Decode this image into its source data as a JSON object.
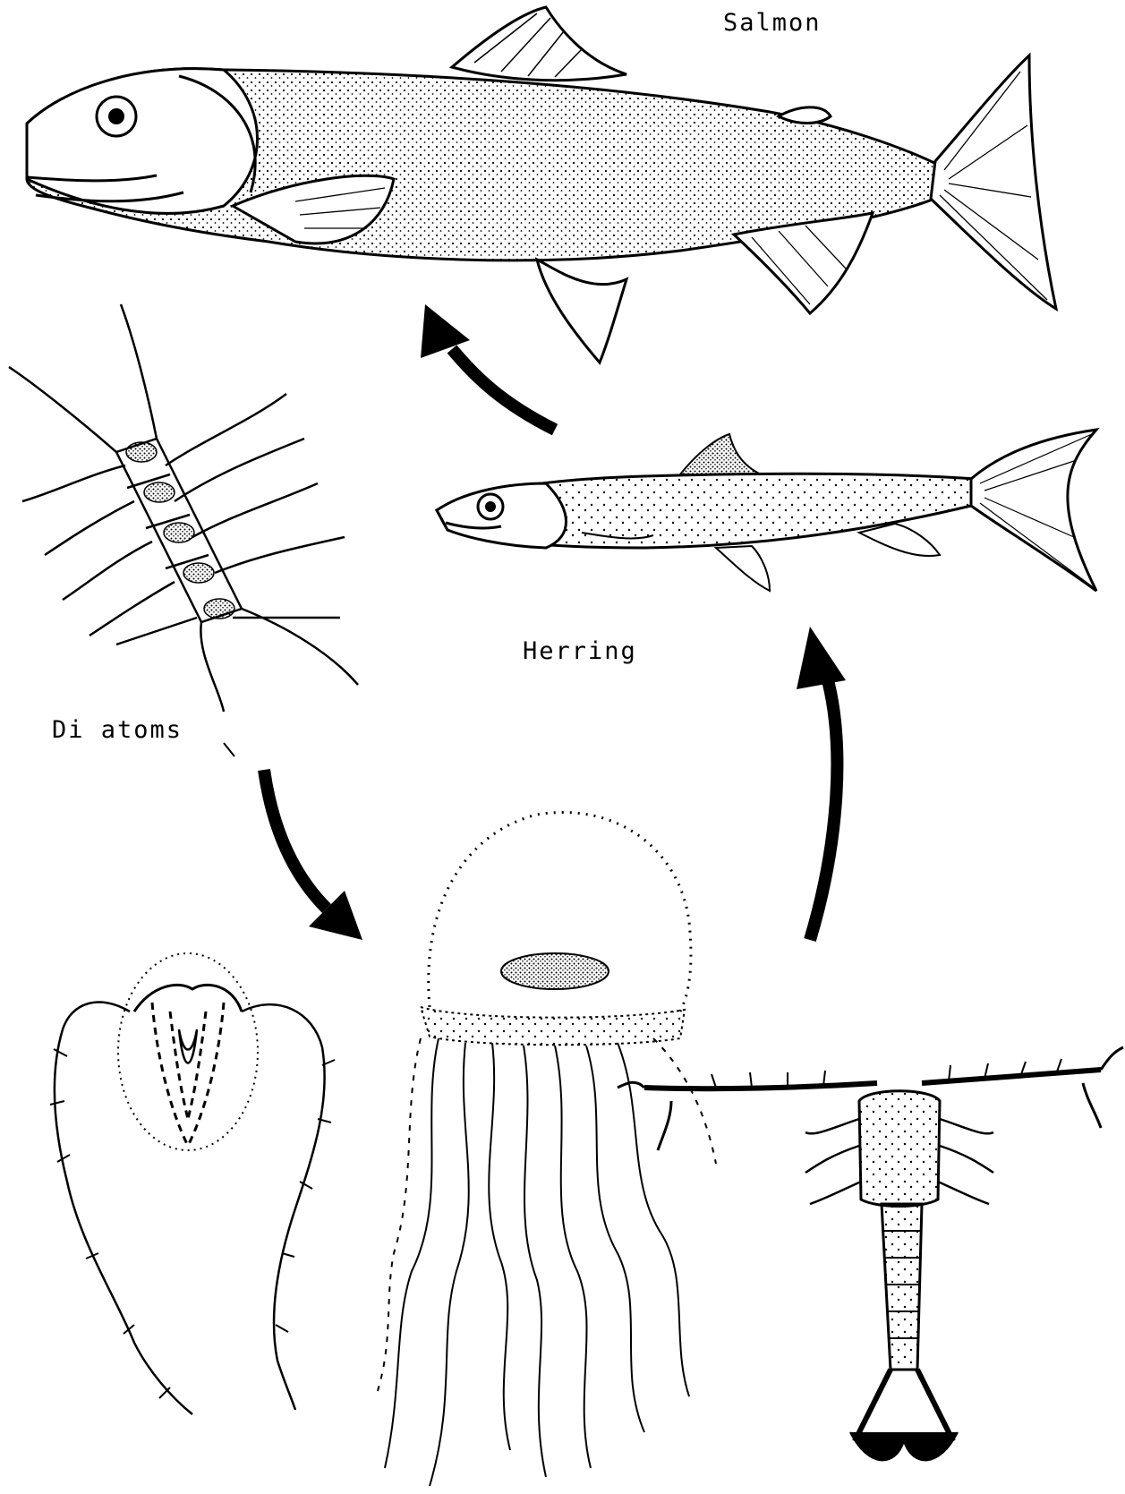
{
  "labels": {
    "salmon": "Salmon",
    "herring": "Herring",
    "diatoms": "Di atoms"
  },
  "colors": {
    "ink": "#000000",
    "paper": "#ffffff"
  }
}
